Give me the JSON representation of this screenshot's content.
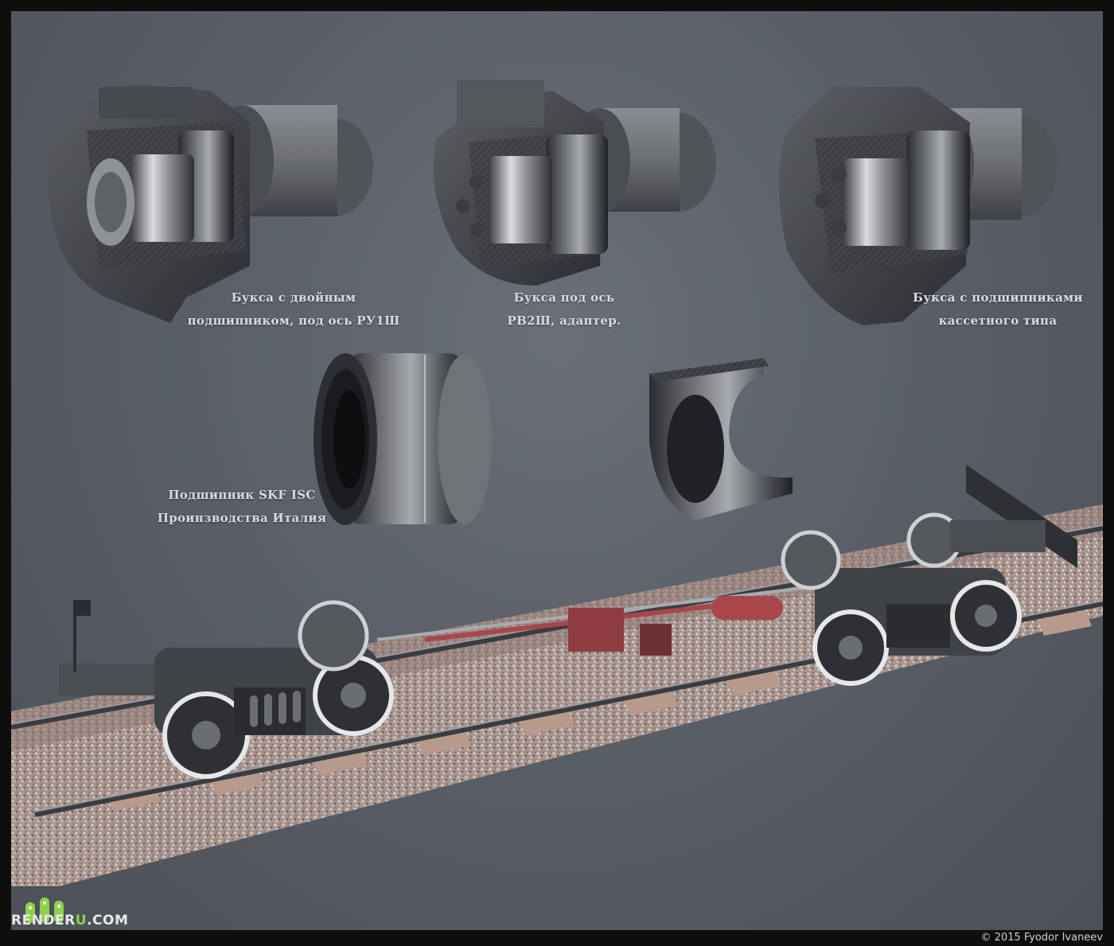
{
  "captions": {
    "axlebox_double": [
      "Букса с двойным",
      "подшипником, под ось РУ1Ш"
    ],
    "axlebox_adapter": [
      "Букса под ось",
      "РВ2Ш, адаптер."
    ],
    "axlebox_cassette": [
      "Букса с подшипниками",
      "кассетного типа"
    ],
    "bearing_skf": [
      "Подшипник SKF ISC",
      "Проинзводства Италия"
    ]
  },
  "logo": {
    "prefix": "RENDER",
    "accent": "U",
    "suffix": ".COM"
  },
  "copyright": "© 2015 Fyodor Ivaneev",
  "colors": {
    "background": "#5a5f68",
    "caption": "#d9dbe0",
    "logo_accent": "#8ed14a",
    "brake_red": "#a8464c"
  }
}
